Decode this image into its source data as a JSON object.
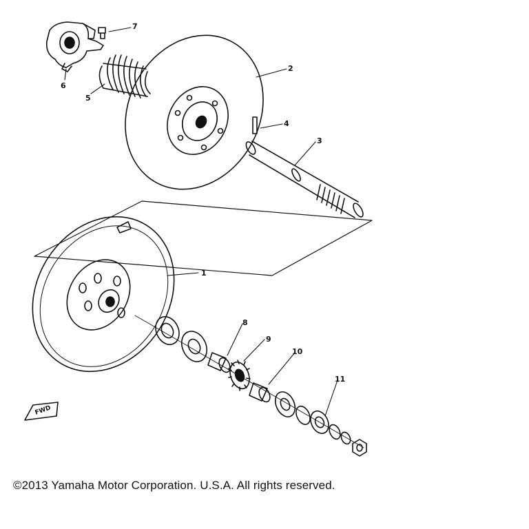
{
  "callouts": [
    "1",
    "2",
    "3",
    "4",
    "5",
    "6",
    "7",
    "8",
    "9",
    "10",
    "11"
  ],
  "fwd_label": "FWD",
  "copyright": "©2013 Yamaha Motor Corporation. U.S.A. All rights reserved."
}
